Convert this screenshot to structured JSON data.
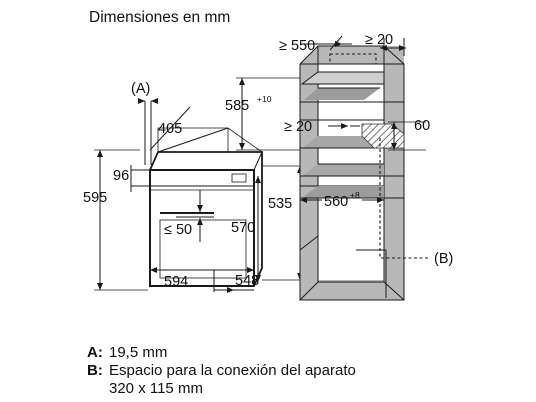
{
  "title": "Dimensiones en mm",
  "labels": {
    "callout_a": "(A)",
    "callout_b": "(B)",
    "d405": "405",
    "d96": "96",
    "d595": "595",
    "d50": "≤ 50",
    "d570": "570",
    "d535": "535",
    "d594": "594",
    "d548": "548",
    "d550": "≥ 550",
    "d20_top": "≥ 20",
    "d585": "585",
    "d585_tol": "+10",
    "d20_mid": "≥ 20",
    "d60": "60",
    "d560": "560",
    "d560_tol": "+8"
  },
  "legend": {
    "a_key": "A:",
    "a_text": "19,5 mm",
    "b_key": "B:",
    "b_text_line1": "Espacio para la conexión del aparato",
    "b_text_line2": "320 x 115 mm"
  }
}
